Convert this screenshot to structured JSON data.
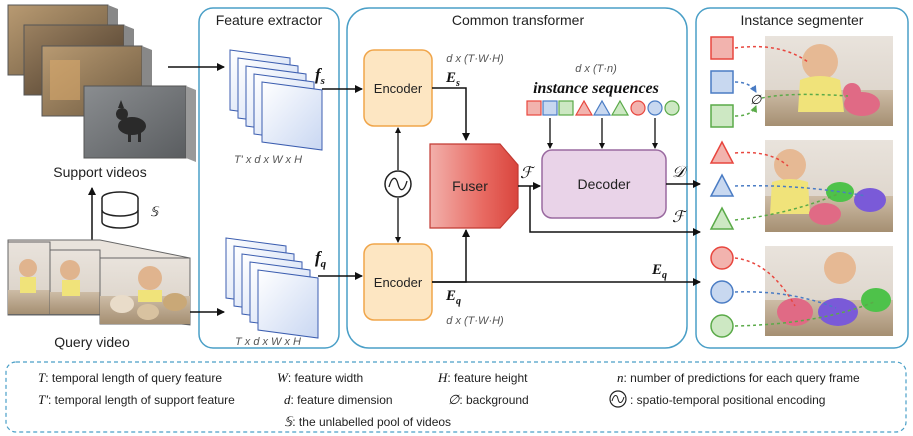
{
  "sections": {
    "feature_extractor": "Feature extractor",
    "common_transformer": "Common transformer",
    "instance_segmenter": "Instance segmenter"
  },
  "inputs": {
    "support_label": "Support videos",
    "query_label": "Query video",
    "pool_symbol": "𝕊"
  },
  "feature_extractor": {
    "support_feature": "f",
    "support_sub": "s",
    "query_feature": "f",
    "query_sub": "q",
    "support_dims": "T' x d x W x H",
    "query_dims": "T x d x W x H"
  },
  "transformer": {
    "encoder_top": "Encoder",
    "encoder_bottom": "Encoder",
    "fuser": "Fuser",
    "decoder": "Decoder",
    "es_dims": "d x (T·W·H)",
    "eq_dims": "d x (T·W·H)",
    "seq_dims": "d x (T·n)",
    "instance_sequences": "instance sequences",
    "Es": "E",
    "Es_sub": "s",
    "Eq": "E",
    "Eq_sub": "q",
    "Eq2": "E",
    "Eq2_sub": "q",
    "F1": "ℱ",
    "F2": "ℱ",
    "D": "𝒟"
  },
  "segmenter": {
    "background": "∅"
  },
  "colors": {
    "red": "#e8463e",
    "blue": "#4a7cc4",
    "green": "#5aaa48",
    "panel_border": "#4a9fc7",
    "encoder_fill": "#fde6c2",
    "decoder_fill": "#e9d3e8"
  },
  "legend": {
    "T": "T",
    "T_desc": ": temporal length of query feature",
    "Tp": "T'",
    "Tp_desc": ": temporal length of support feature",
    "W": "W",
    "W_desc": ": feature width",
    "d": "d",
    "d_desc": ": feature dimension",
    "H": "H",
    "H_desc": ": feature height",
    "bg": "∅",
    "bg_desc": ": background",
    "n": "n",
    "n_desc": ": number of predictions for each query frame",
    "pe_desc": ": spatio-temporal positional encoding",
    "S": "𝕊",
    "S_desc": ": the unlabelled pool of videos"
  }
}
